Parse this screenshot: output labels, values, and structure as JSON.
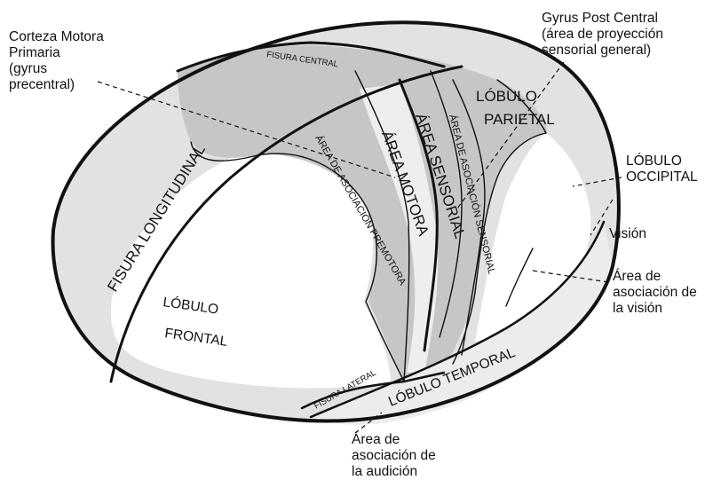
{
  "external_labels": {
    "corteza_motora": [
      "Corteza Motora",
      "Primaria",
      "(gyrus",
      "precentral)"
    ],
    "gyrus_post_central": [
      "Gyrus Post Central",
      "(área de proyección",
      "sensorial general)"
    ],
    "lobulo_occipital": [
      "LÓBULO",
      "OCCIPITAL"
    ],
    "vision": "Visión",
    "asociacion_vision": [
      "Área de",
      "asociación de",
      "la visión"
    ],
    "asociacion_audicion": [
      "Área de",
      "asociación de",
      "la audición"
    ]
  },
  "internal_labels": {
    "fisura_central": "FISURA CENTRAL",
    "lobulo_parietal_1": "LÓBULO",
    "lobulo_parietal_2": "PARIETAL",
    "area_motora": "ÁREA MOTORA",
    "area_sensorial": "ÁREA SENSORIAL",
    "asociacion_sensorial": "ÁREA DE ASOCIACIÓN SENSORIAL",
    "asociacion_premotora": "ÁREA DE ASOCIACIÓN PREMOTORA",
    "fisura_longitudinal": "FISURA LONGITUDINAL",
    "lobulo_frontal_1": "LÓBULO",
    "lobulo_frontal_2": "FRONTAL",
    "fisura_lateral": "FISURA LATERAL",
    "lobulo_temporal": "LÓBULO TEMPORAL"
  },
  "colors": {
    "outline": "#111111",
    "region_gray": "#c6c6c6",
    "light_gray": "#e2e2e2",
    "background": "#ffffff"
  }
}
